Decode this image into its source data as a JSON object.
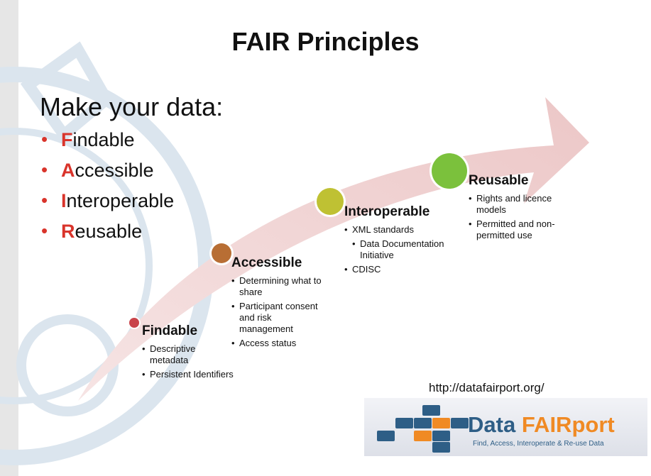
{
  "title": "FAIR Principles",
  "intro": "Make your data:",
  "principles": [
    {
      "letter": "F",
      "rest": "indable"
    },
    {
      "letter": "A",
      "rest": "ccessible"
    },
    {
      "letter": "I",
      "rest": "nteroperable"
    },
    {
      "letter": "R",
      "rest": "eusable"
    }
  ],
  "stages": [
    {
      "title": "Findable",
      "color": "#c9444b",
      "items": [
        "Descriptive metadata",
        "Persistent Identifiers"
      ]
    },
    {
      "title": "Accessible",
      "color": "#b86e34",
      "items": [
        "Determining what to share",
        "Participant consent and risk management",
        "Access status"
      ]
    },
    {
      "title": "Interoperable",
      "color": "#bfc133",
      "items": [
        "XML standards",
        "Data Documentation Initiative",
        "CDISC"
      ]
    },
    {
      "title": "Reusable",
      "color": "#7bc13c",
      "items": [
        "Rights and licence models",
        "Permitted and non-permitted use"
      ]
    }
  ],
  "url": "http://datafairport.org/",
  "logo": {
    "word_data": "Data",
    "word_fair": "FAIRport",
    "tagline": "Find, Access, Interoperate & Re-use Data"
  },
  "colors": {
    "accent": "#d9342b",
    "arrow": "#efd4d4",
    "logo_blue": "#2e5e86",
    "logo_orange": "#f08a24"
  }
}
